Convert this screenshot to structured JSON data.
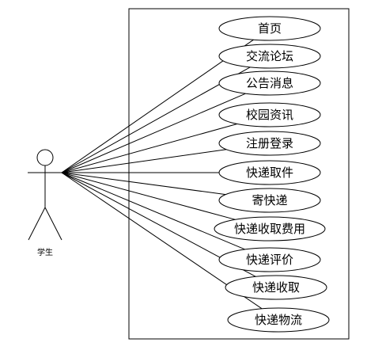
{
  "actor": {
    "label": "学生"
  },
  "use_cases": [
    {
      "label": "首页"
    },
    {
      "label": "交流论坛"
    },
    {
      "label": "公告消息"
    },
    {
      "label": "校园资讯"
    },
    {
      "label": "注册登录"
    },
    {
      "label": "快递取件"
    },
    {
      "label": "寄快递"
    },
    {
      "label": "快递收取费用"
    },
    {
      "label": "快递评价"
    },
    {
      "label": "快递收取"
    },
    {
      "label": "快递物流"
    }
  ]
}
